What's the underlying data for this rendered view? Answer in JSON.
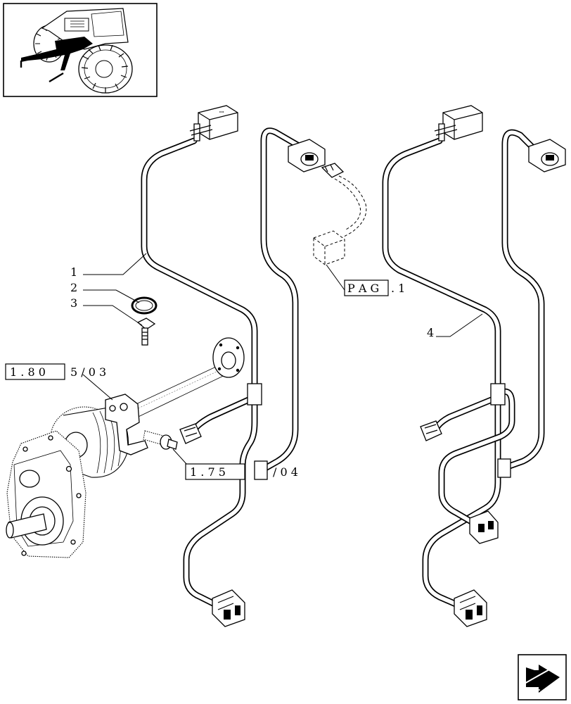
{
  "thumbnail": {
    "icon": "tractor-location-icon"
  },
  "callouts": {
    "item_1": "1",
    "item_2": "2",
    "item_3": "3",
    "item_4": "4"
  },
  "references": {
    "ref_180_box": "1 . 8 0",
    "ref_180_suffix": "5 / 0 3",
    "ref_175_box": "1 . 7 5",
    "ref_175_suffix": "/ 0 4",
    "pag_box": "P A G",
    "pag_suffix": ". 1"
  },
  "navigation": {
    "icon": "next-page-arrow-icon"
  }
}
